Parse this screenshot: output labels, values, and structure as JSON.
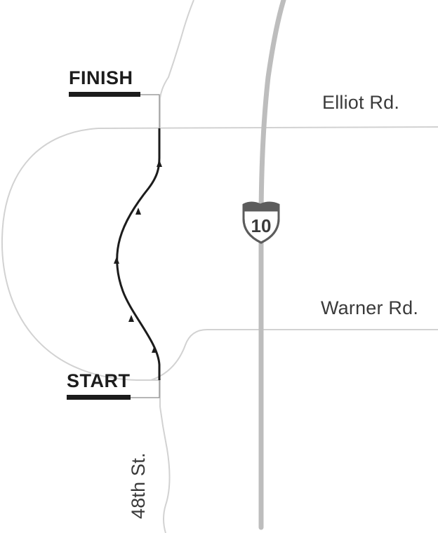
{
  "roads": {
    "elliot": "Elliot Rd.",
    "warner": "Warner Rd.",
    "street48": "48th St."
  },
  "markers": {
    "finish": "FINISH",
    "start": "START"
  },
  "highway": {
    "shield_number": "10"
  },
  "colors": {
    "road": "#cfcfcf",
    "highway": "#b9b9b9",
    "route": "#1c1c1c",
    "shield": "#5c5c5c",
    "text": "#3a3a3a"
  }
}
